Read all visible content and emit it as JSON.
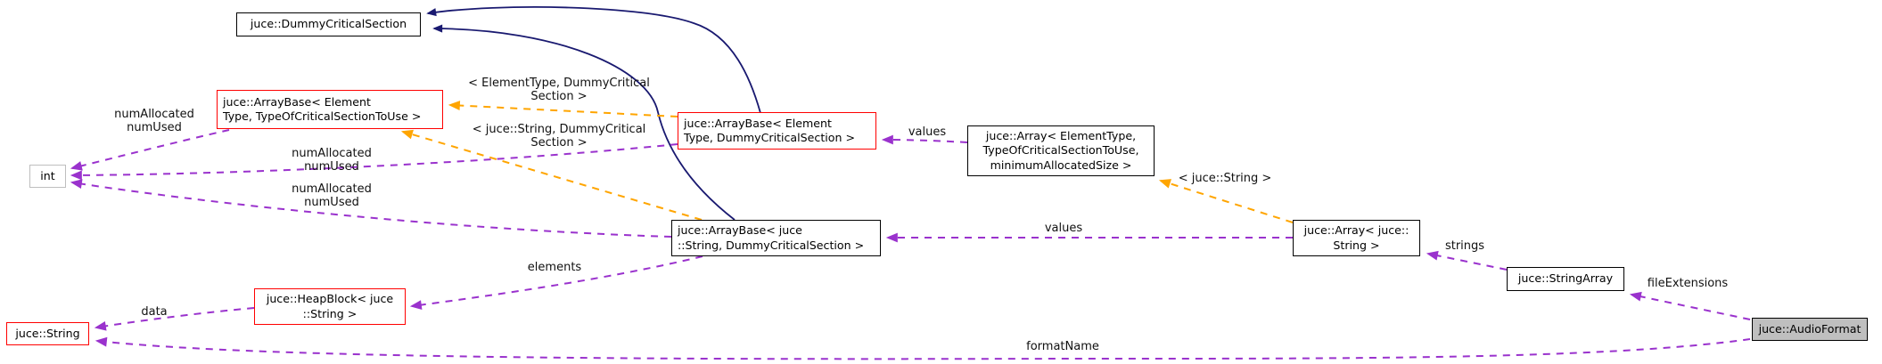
{
  "diagram": {
    "type": "collaboration-graph",
    "subject": "juce::AudioFormat",
    "colors": {
      "inheritance": "#191970",
      "usage": "#9a32cd",
      "template": "#ffa500",
      "node_border": "#000000",
      "node_border_highlight": "#ff0000",
      "node_border_plain": "#bebebe",
      "node_fill": "#ffffff",
      "subject_fill": "#bfbfbf",
      "text": "#000000",
      "background": "#ffffff"
    },
    "nodes": [
      {
        "id": "dummy-critical-section",
        "lines": [
          "juce::DummyCriticalSection"
        ],
        "style": "black"
      },
      {
        "id": "arraybase-generic",
        "lines": [
          "juce::ArrayBase< Element",
          "Type, TypeOfCriticalSectionToUse >"
        ],
        "style": "red"
      },
      {
        "id": "int",
        "lines": [
          "int"
        ],
        "style": "gray"
      },
      {
        "id": "arraybase-element-dummy",
        "lines": [
          "juce::ArrayBase< Element",
          "Type, DummyCriticalSection >"
        ],
        "style": "red"
      },
      {
        "id": "array-generic",
        "lines": [
          "juce::Array< ElementType,",
          "TypeOfCriticalSectionToUse,",
          "minimumAllocatedSize >"
        ],
        "style": "black"
      },
      {
        "id": "arraybase-string-dummy",
        "lines": [
          "juce::ArrayBase< juce",
          "::String, DummyCriticalSection >"
        ],
        "style": "black"
      },
      {
        "id": "array-string",
        "lines": [
          "juce::Array< juce::",
          "String >"
        ],
        "style": "black"
      },
      {
        "id": "stringarray",
        "lines": [
          "juce::StringArray"
        ],
        "style": "black"
      },
      {
        "id": "heapblock-string",
        "lines": [
          "juce::HeapBlock< juce",
          "::String >"
        ],
        "style": "red"
      },
      {
        "id": "string",
        "lines": [
          "juce::String"
        ],
        "style": "red"
      },
      {
        "id": "audioformat",
        "lines": [
          "juce::AudioFormat"
        ],
        "style": "subject"
      }
    ],
    "edges": [
      {
        "id": "inherit-elem",
        "type": "inheritance",
        "from": "arraybase-element-dummy",
        "to": "dummy-critical-section"
      },
      {
        "id": "inherit-string",
        "type": "inheritance",
        "from": "arraybase-string-dummy",
        "to": "dummy-critical-section"
      },
      {
        "id": "num-generic",
        "type": "usage",
        "from": "arraybase-generic",
        "to": "int",
        "label_lines": [
          "numAllocated",
          "numUsed"
        ]
      },
      {
        "id": "num-elem",
        "type": "usage",
        "from": "arraybase-element-dummy",
        "to": "int",
        "label_lines": [
          "numAllocated",
          "numUsed"
        ]
      },
      {
        "id": "num-string",
        "type": "usage",
        "from": "arraybase-string-dummy",
        "to": "int",
        "label_lines": [
          "numAllocated",
          "numUsed"
        ]
      },
      {
        "id": "tmpl-elem",
        "type": "template",
        "from": "arraybase-element-dummy",
        "to": "arraybase-generic",
        "label_lines": [
          "< ElementType, DummyCritical",
          "Section >"
        ]
      },
      {
        "id": "tmpl-string",
        "type": "template",
        "from": "arraybase-string-dummy",
        "to": "arraybase-generic",
        "label_lines": [
          "< juce::String, DummyCritical",
          "Section >"
        ]
      },
      {
        "id": "values-elem",
        "type": "usage",
        "from": "array-generic",
        "to": "arraybase-element-dummy",
        "label_lines": [
          "values"
        ]
      },
      {
        "id": "tmpl-array-string",
        "type": "template",
        "from": "array-string",
        "to": "array-generic",
        "label_lines": [
          "< juce::String >"
        ]
      },
      {
        "id": "values-string",
        "type": "usage",
        "from": "array-string",
        "to": "arraybase-string-dummy",
        "label_lines": [
          "values"
        ]
      },
      {
        "id": "strings",
        "type": "usage",
        "from": "stringarray",
        "to": "array-string",
        "label_lines": [
          "strings"
        ]
      },
      {
        "id": "fileextensions",
        "type": "usage",
        "from": "audioformat",
        "to": "stringarray",
        "label_lines": [
          "fileExtensions"
        ]
      },
      {
        "id": "formatname",
        "type": "usage",
        "from": "audioformat",
        "to": "string",
        "label_lines": [
          "formatName"
        ]
      },
      {
        "id": "data",
        "type": "usage",
        "from": "heapblock-string",
        "to": "string",
        "label_lines": [
          "data"
        ]
      },
      {
        "id": "elements",
        "type": "usage",
        "from": "arraybase-string-dummy",
        "to": "heapblock-string",
        "label_lines": [
          "elements"
        ]
      }
    ]
  }
}
